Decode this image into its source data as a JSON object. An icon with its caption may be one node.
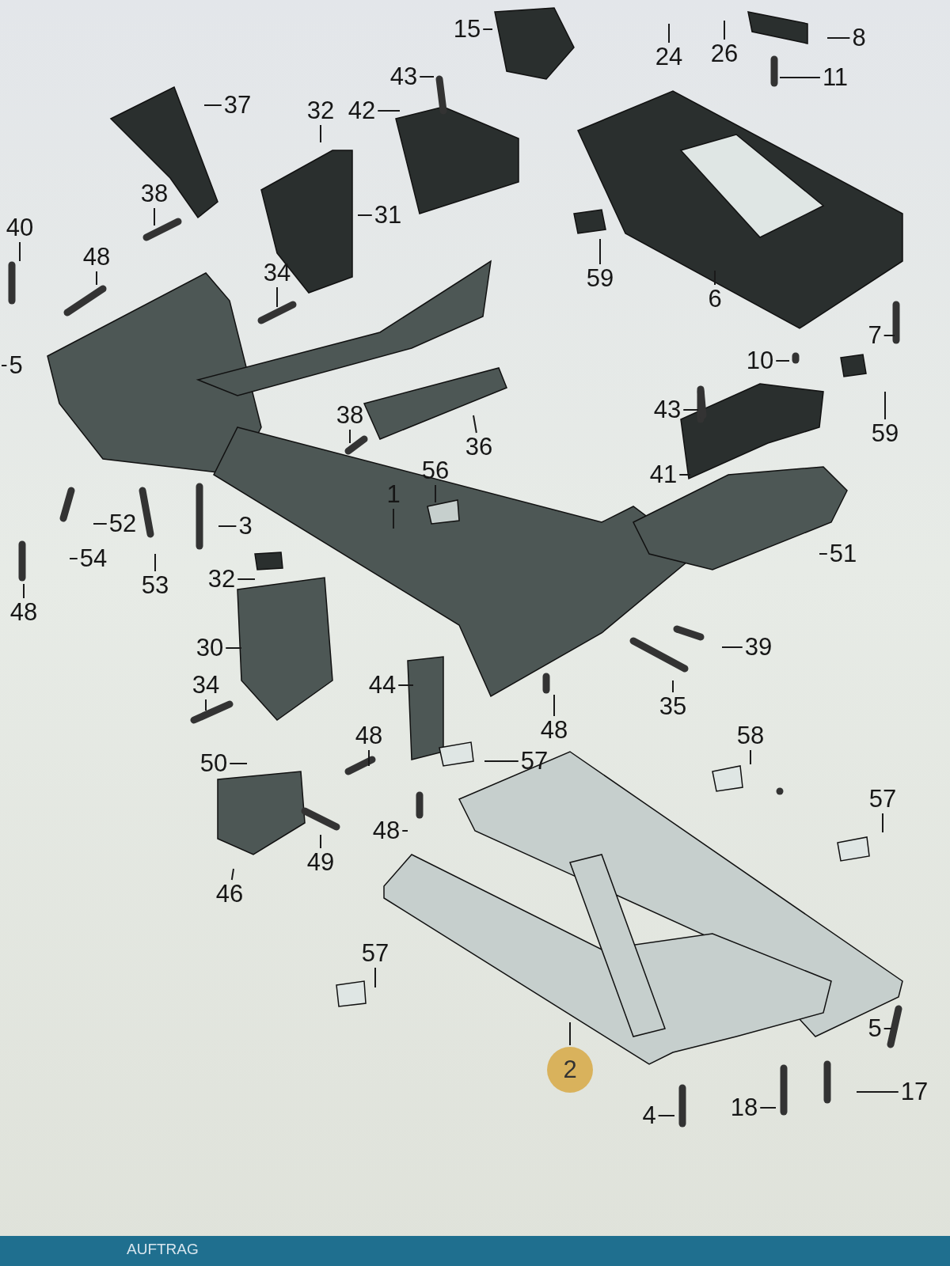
{
  "diagram": {
    "nodes": [
      {
        "text": [
          "15"
        ]
      },
      {
        "text": [
          "24"
        ]
      },
      {
        "text": [
          "26"
        ]
      },
      {
        "text": [
          "8"
        ]
      },
      {
        "text": [
          "43"
        ]
      },
      {
        "text": [
          "11"
        ]
      },
      {
        "text": [
          "37"
        ]
      },
      {
        "text": [
          "32"
        ]
      },
      {
        "text": [
          "42"
        ]
      },
      {
        "text": [
          "31"
        ]
      },
      {
        "text": [
          "40"
        ]
      },
      {
        "text": [
          "38"
        ]
      },
      {
        "text": [
          "48"
        ]
      },
      {
        "text": [
          "34"
        ]
      },
      {
        "text": [
          "59"
        ]
      },
      {
        "text": [
          "6"
        ]
      },
      {
        "text": [
          "5"
        ]
      },
      {
        "text": [
          "7"
        ]
      },
      {
        "text": [
          "10"
        ]
      },
      {
        "text": [
          "38"
        ]
      },
      {
        "text": [
          "43"
        ]
      },
      {
        "text": [
          "59"
        ]
      },
      {
        "text": [
          "36"
        ]
      },
      {
        "text": [
          "41"
        ]
      },
      {
        "text": [
          "56"
        ]
      },
      {
        "text": [
          "1"
        ]
      },
      {
        "text": [
          "52"
        ]
      },
      {
        "text": [
          "3"
        ]
      },
      {
        "text": [
          "54"
        ]
      },
      {
        "text": [
          "51"
        ]
      },
      {
        "text": [
          "53"
        ]
      },
      {
        "text": [
          "32"
        ]
      },
      {
        "text": [
          "48"
        ]
      },
      {
        "text": [
          "30"
        ]
      },
      {
        "text": [
          "39"
        ]
      },
      {
        "text": [
          "34"
        ]
      },
      {
        "text": [
          "44"
        ]
      },
      {
        "text": [
          "35"
        ]
      },
      {
        "text": [
          "48"
        ]
      },
      {
        "text": [
          "48"
        ]
      },
      {
        "text": [
          "58"
        ]
      },
      {
        "text": [
          "50"
        ]
      },
      {
        "text": [
          "57"
        ]
      },
      {
        "text": [
          "57"
        ]
      },
      {
        "text": [
          "48"
        ]
      },
      {
        "text": [
          "49"
        ]
      },
      {
        "text": [
          "46"
        ]
      },
      {
        "text": [
          "57"
        ]
      },
      {
        "text": [
          "2"
        ]
      },
      {
        "text": [
          "5"
        ]
      },
      {
        "text": [
          "17"
        ]
      },
      {
        "text": [
          "18"
        ]
      },
      {
        "text": [
          "4"
        ]
      }
    ],
    "edges": [
      {
        "from": 0,
        "to": null,
        "arrow": "none"
      },
      {
        "from": 1,
        "to": null,
        "arrow": "none"
      },
      {
        "from": 2,
        "to": null,
        "arrow": "none"
      },
      {
        "from": 3,
        "to": null,
        "arrow": "none"
      },
      {
        "from": 4,
        "to": null,
        "arrow": "none"
      },
      {
        "from": 5,
        "to": null,
        "arrow": "none"
      },
      {
        "from": 6,
        "to": null,
        "arrow": "none"
      },
      {
        "from": 7,
        "to": null,
        "arrow": "none"
      },
      {
        "from": 8,
        "to": null,
        "arrow": "none"
      },
      {
        "from": 9,
        "to": null,
        "arrow": "none"
      },
      {
        "from": 10,
        "to": null,
        "arrow": "none"
      },
      {
        "from": 11,
        "to": null,
        "arrow": "none"
      },
      {
        "from": 12,
        "to": null,
        "arrow": "none"
      },
      {
        "from": 13,
        "to": null,
        "arrow": "none"
      },
      {
        "from": 14,
        "to": null,
        "arrow": "none"
      },
      {
        "from": 15,
        "to": null,
        "arrow": "none"
      },
      {
        "from": 16,
        "to": null,
        "arrow": "none"
      },
      {
        "from": 17,
        "to": null,
        "arrow": "none"
      },
      {
        "from": 18,
        "to": null,
        "arrow": "none"
      },
      {
        "from": 19,
        "to": null,
        "arrow": "none"
      },
      {
        "from": 20,
        "to": null,
        "arrow": "none"
      },
      {
        "from": 21,
        "to": null,
        "arrow": "none"
      },
      {
        "from": 22,
        "to": null,
        "arrow": "none"
      },
      {
        "from": 23,
        "to": null,
        "arrow": "none"
      },
      {
        "from": 24,
        "to": null,
        "arrow": "none"
      },
      {
        "from": 25,
        "to": null,
        "arrow": "none"
      },
      {
        "from": 26,
        "to": null,
        "arrow": "none"
      },
      {
        "from": 27,
        "to": null,
        "arrow": "none"
      },
      {
        "from": 28,
        "to": null,
        "arrow": "none"
      },
      {
        "from": 29,
        "to": null,
        "arrow": "none"
      },
      {
        "from": 30,
        "to": null,
        "arrow": "none"
      },
      {
        "from": 31,
        "to": null,
        "arrow": "none"
      },
      {
        "from": 32,
        "to": null,
        "arrow": "none"
      },
      {
        "from": 33,
        "to": null,
        "arrow": "none"
      },
      {
        "from": 34,
        "to": null,
        "arrow": "none"
      },
      {
        "from": 35,
        "to": null,
        "arrow": "none"
      },
      {
        "from": 36,
        "to": null,
        "arrow": "none"
      },
      {
        "from": 37,
        "to": null,
        "arrow": "none"
      },
      {
        "from": 38,
        "to": null,
        "arrow": "none"
      },
      {
        "from": 39,
        "to": null,
        "arrow": "none"
      },
      {
        "from": 40,
        "to": null,
        "arrow": "none"
      },
      {
        "from": 41,
        "to": null,
        "arrow": "none"
      },
      {
        "from": 42,
        "to": null,
        "arrow": "none"
      },
      {
        "from": 43,
        "to": null,
        "arrow": "none"
      },
      {
        "from": 44,
        "to": null,
        "arrow": "none"
      },
      {
        "from": 45,
        "to": null,
        "arrow": "none"
      },
      {
        "from": 46,
        "to": null,
        "arrow": "none"
      },
      {
        "from": 47,
        "to": null,
        "arrow": "none"
      },
      {
        "from": 48,
        "to": null,
        "arrow": "none"
      },
      {
        "from": 49,
        "to": null,
        "arrow": "none"
      },
      {
        "from": 50,
        "to": null,
        "arrow": "none"
      },
      {
        "from": 51,
        "to": null,
        "arrow": "none"
      },
      {
        "from": 52,
        "to": null,
        "arrow": "none"
      }
    ],
    "labels": [
      "AUFTRAG"
    ]
  }
}
